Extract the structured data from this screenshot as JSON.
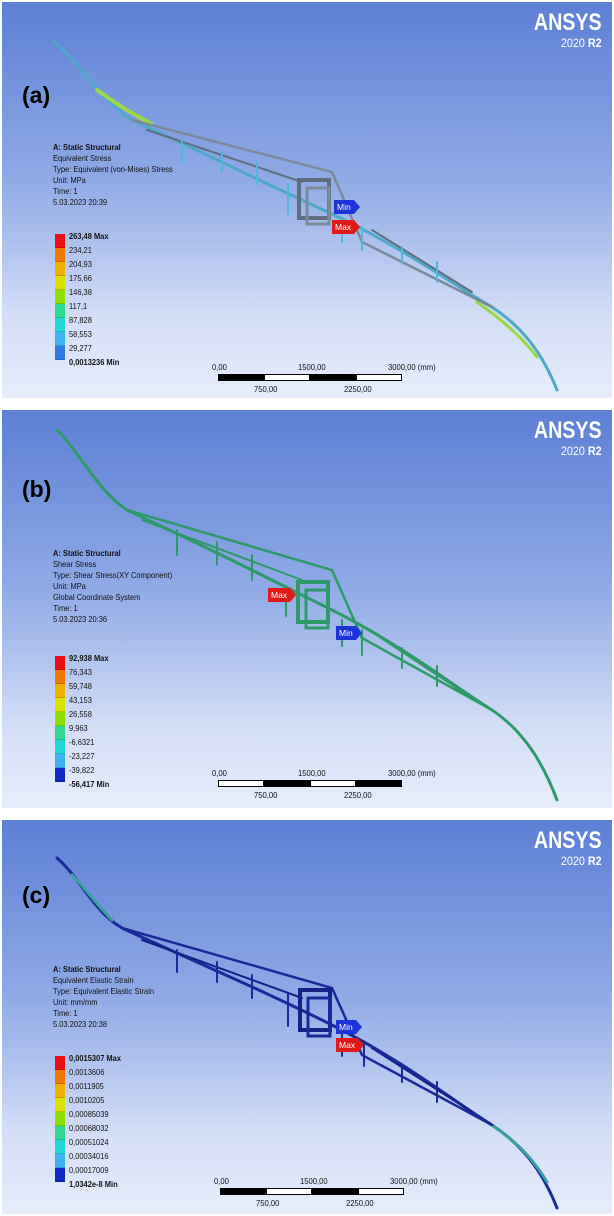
{
  "brand": {
    "name": "ANSYS",
    "version": "2020",
    "release": "R2"
  },
  "panels": [
    {
      "label": "(a)",
      "info": [
        "A: Static Structural",
        "Equivalent Stress",
        "Type: Equivalent (von-Mises) Stress",
        "Unit: MPa",
        "Time: 1",
        "5.03.2023 20:39"
      ],
      "legend": [
        "263,48 Max",
        "234,21",
        "204,93",
        "175,66",
        "146,38",
        "117,1",
        "87,828",
        "58,553",
        "29,277",
        "0,0013236 Min"
      ],
      "structure_color": "#8a98a8",
      "min_tag": "Min",
      "max_tag": "Max"
    },
    {
      "label": "(b)",
      "info": [
        "A: Static Structural",
        "Shear Stress",
        "Type: Shear Stress(XY Component)",
        "Unit: MPa",
        "Global Coordinate System",
        "Time: 1",
        "5.03.2023 20:36"
      ],
      "legend": [
        "92,938 Max",
        "76,343",
        "59,748",
        "43,153",
        "26,558",
        "9,963",
        "-6,6321",
        "-23,227",
        "-39,822",
        "-56,417 Min"
      ],
      "structure_color": "#2e9a6a",
      "min_tag": "Min",
      "max_tag": "Max"
    },
    {
      "label": "(c)",
      "info": [
        "A: Static Structural",
        "Equivalent Elastic Strain",
        "Type: Equivalent Elastic Strain",
        "Unit: mm/mm",
        "Time: 1",
        "5.03.2023 20:38"
      ],
      "legend": [
        "0,0015307 Max",
        "0,0013606",
        "0,0011905",
        "0,0010205",
        "0,00085039",
        "0,00068032",
        "0,00051024",
        "0,00034016",
        "0,00017009",
        "1,0342e-8 Min"
      ],
      "structure_color": "#1a2a9a",
      "min_tag": "Min",
      "max_tag": "Max"
    }
  ],
  "legend_colors": [
    "#e81010",
    "#f07a00",
    "#f0b000",
    "#d8e000",
    "#8ee000",
    "#2ed890",
    "#20d8d8",
    "#3ab4f0",
    "#2c78e8",
    "#1228c8"
  ],
  "scale_bar": {
    "top": [
      "0,00",
      "1500,00",
      "3000,00 (mm)"
    ],
    "bottom": [
      "750,00",
      "2250,00"
    ]
  }
}
